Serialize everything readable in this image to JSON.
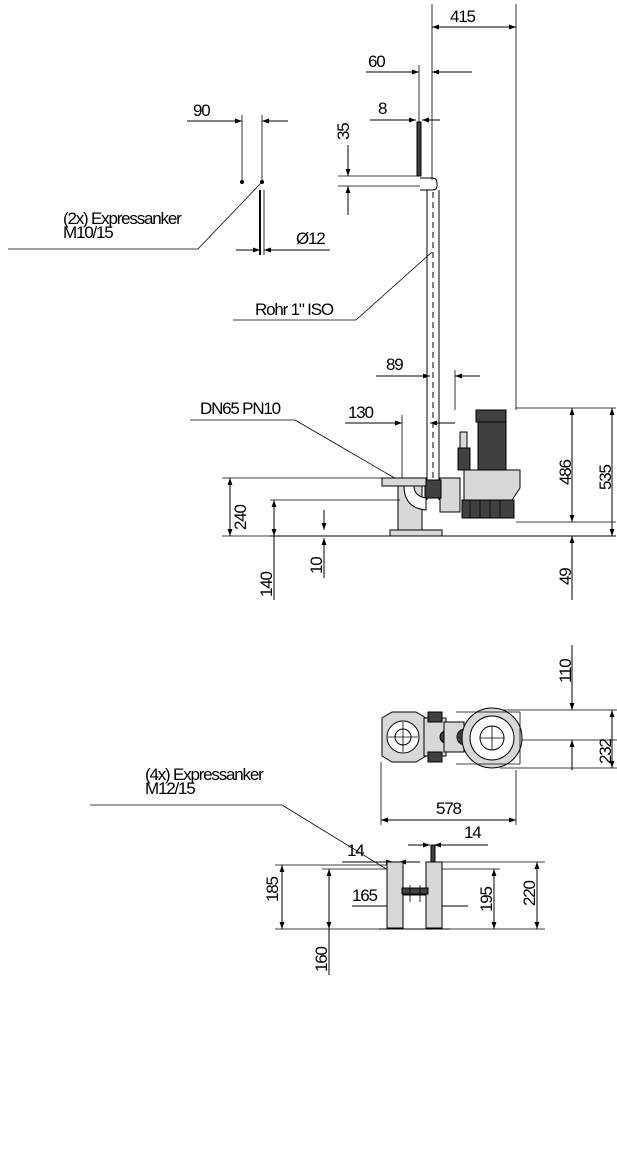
{
  "dimensions": {
    "d415": "415",
    "d60": "60",
    "d8": "8",
    "d35": "35",
    "d90": "90",
    "d12": "Ø12",
    "d89": "89",
    "d130": "130",
    "d486": "486",
    "d535": "535",
    "d240": "240",
    "d140": "140",
    "d10": "10",
    "d49": "49",
    "d110": "110",
    "d232": "232",
    "d578": "578",
    "d165": "165",
    "d14a": "14",
    "d14b": "14",
    "d185": "185",
    "d160": "160",
    "d195": "195",
    "d220": "220"
  },
  "labels": {
    "anchor_top_1": "(2x) Expressanker",
    "anchor_top_2": "M10/15",
    "pipe": "Rohr 1\" ISO",
    "flange": "DN65 PN10",
    "anchor_bottom_1": "(4x) Expressanker",
    "anchor_bottom_2": "M12/15"
  }
}
